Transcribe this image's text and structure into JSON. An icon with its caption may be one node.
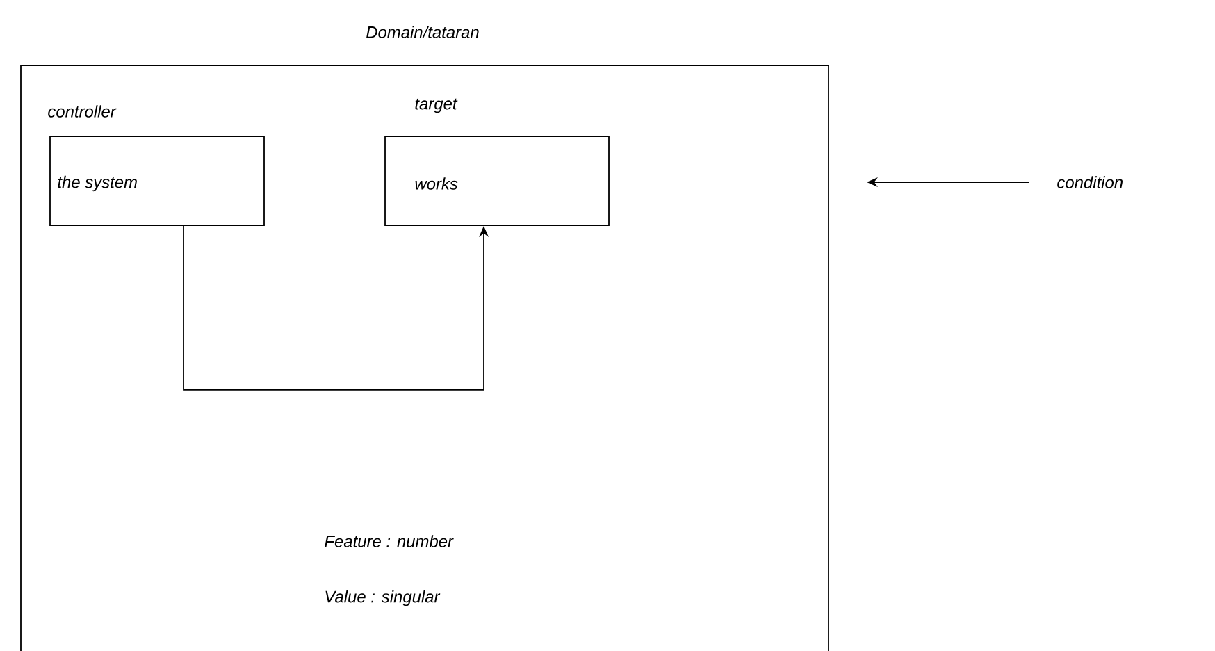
{
  "diagram": {
    "nodes": [
      {
        "text": [
          "Domain/tataran"
        ]
      },
      {
        "text": [
          "controller",
          "the system"
        ],
        "in": 0
      },
      {
        "text": [
          "target",
          "works"
        ],
        "in": 0
      },
      {
        "text": [
          "condition"
        ]
      }
    ],
    "edges": [
      {
        "from": 1,
        "to": 2,
        "arrow": "to"
      },
      {
        "from": 3,
        "to": 0,
        "arrow": "to"
      }
    ],
    "labels": [
      "Feature : number",
      "Value : singular"
    ]
  }
}
